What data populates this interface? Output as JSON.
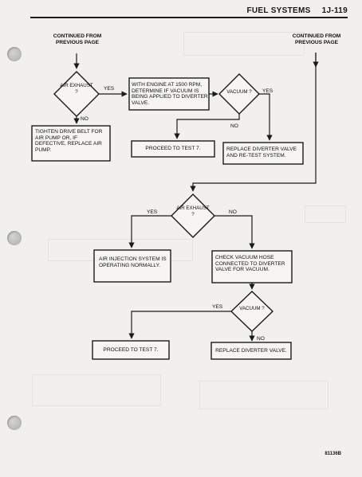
{
  "header": {
    "section": "FUEL SYSTEMS",
    "page": "1J-119"
  },
  "flowchart": {
    "continued_left": "CONTINUED FROM PREVIOUS PAGE",
    "continued_right": "CONTINUED FROM PREVIOUS PAGE",
    "decision_air_exhaust_1": "AIR EXHAUST ?",
    "decision_vacuum_1": "VACUUM ?",
    "decision_air_exhaust_2": "AIR EXHAUST ?",
    "decision_vacuum_2": "VACUUM ?",
    "box_check_vacuum_1500": "WITH ENGINE AT 1500 RPM, DETERMINE IF VACUUM IS BEING APPLIED TO DIVERTER VALVE.",
    "box_tighten_belt": "TIGHTEN DRIVE BELT FOR AIR PUMP OR, IF DEFECTIVE, REPLACE AIR PUMP.",
    "box_proceed_test7_a": "PROCEED TO TEST 7.",
    "box_replace_retest": "REPLACE DIVERTER VALVE AND RE-TEST SYSTEM.",
    "box_air_injection_ok": "AIR INJECTION SYSTEM IS OPERATING NORMALLY.",
    "box_check_vacuum_hose": "CHECK VACUUM HOSE CONNECTED TO DIVERTER VALVE FOR VACUUM.",
    "box_proceed_test7_b": "PROCEED TO TEST 7.",
    "box_replace_diverter": "REPLACE DIVERTER VALVE.",
    "label_yes_1": "YES",
    "label_no_1": "NO",
    "label_yes_2": "YES",
    "label_no_2": "NO",
    "label_yes_3": "YES",
    "label_no_3": "NO",
    "label_yes_4": "YES",
    "label_no_4": "NO"
  },
  "figure_number": "81136B"
}
